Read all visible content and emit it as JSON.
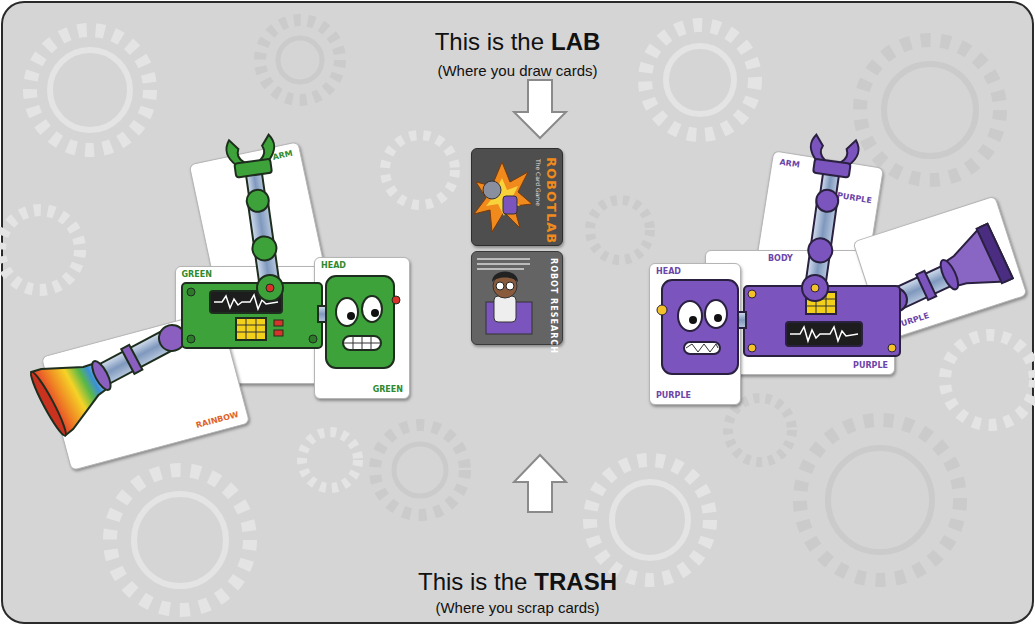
{
  "diagram": {
    "nodes": [
      {
        "text": [
          "ARM"
        ]
      },
      {
        "text": [
          "RAINBOW"
        ]
      },
      {
        "text": [
          "GREEN"
        ]
      },
      {
        "text": [
          "HEAD",
          "GREEN"
        ]
      },
      {
        "text": [
          "ROBOTLAB",
          "The Card Game"
        ]
      },
      {
        "text": [
          "ROBOT RESEARCH"
        ]
      },
      {
        "text": [
          "ARM",
          "PURPLE"
        ]
      },
      {
        "text": [
          "BODY",
          "PURPLE"
        ]
      },
      {
        "text": [
          "HEAD",
          "PURPLE"
        ]
      },
      {
        "text": [
          "PURPLE"
        ]
      }
    ],
    "labels": [
      "This is the",
      "LAB",
      "(Where you draw cards)",
      "This is the",
      "TRASH",
      "(Where you scrap cards)"
    ]
  }
}
